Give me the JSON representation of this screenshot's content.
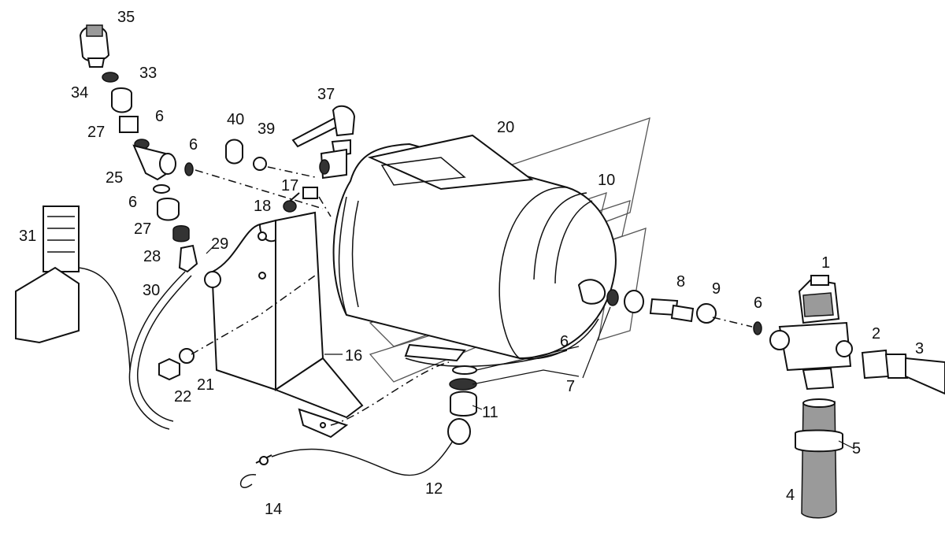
{
  "callouts": [
    {
      "id": "c1",
      "text": "1"
    },
    {
      "id": "c2",
      "text": "2"
    },
    {
      "id": "c3",
      "text": "3"
    },
    {
      "id": "c4",
      "text": "4"
    },
    {
      "id": "c5",
      "text": "5"
    },
    {
      "id": "c6a",
      "text": "6"
    },
    {
      "id": "c6b",
      "text": "6"
    },
    {
      "id": "c6c",
      "text": "6"
    },
    {
      "id": "c6d",
      "text": "6"
    },
    {
      "id": "c6e",
      "text": "6"
    },
    {
      "id": "c7",
      "text": "7"
    },
    {
      "id": "c8",
      "text": "8"
    },
    {
      "id": "c9",
      "text": "9"
    },
    {
      "id": "c10",
      "text": "10"
    },
    {
      "id": "c11",
      "text": "11"
    },
    {
      "id": "c12",
      "text": "12"
    },
    {
      "id": "c14",
      "text": "14"
    },
    {
      "id": "c16",
      "text": "16"
    },
    {
      "id": "c17",
      "text": "17"
    },
    {
      "id": "c18",
      "text": "18"
    },
    {
      "id": "c20",
      "text": "20"
    },
    {
      "id": "c21",
      "text": "21"
    },
    {
      "id": "c22",
      "text": "22"
    },
    {
      "id": "c25",
      "text": "25"
    },
    {
      "id": "c27a",
      "text": "27"
    },
    {
      "id": "c27b",
      "text": "27"
    },
    {
      "id": "c28",
      "text": "28"
    },
    {
      "id": "c29",
      "text": "29"
    },
    {
      "id": "c30",
      "text": "30"
    },
    {
      "id": "c31",
      "text": "31"
    },
    {
      "id": "c33",
      "text": "33"
    },
    {
      "id": "c34",
      "text": "34"
    },
    {
      "id": "c35",
      "text": "35"
    },
    {
      "id": "c37",
      "text": "37"
    },
    {
      "id": "c39",
      "text": "39"
    },
    {
      "id": "c40",
      "text": "40"
    }
  ]
}
